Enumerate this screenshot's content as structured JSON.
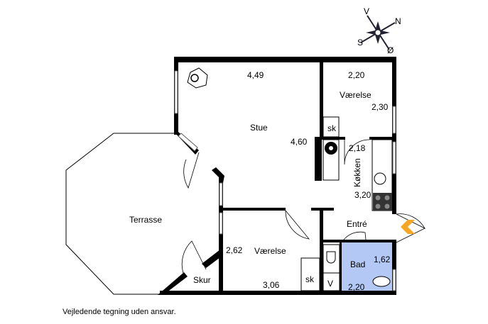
{
  "compass": {
    "north": "N",
    "south": "S",
    "west": "V",
    "east": "Ø"
  },
  "rooms": {
    "stue": {
      "label": "Stue",
      "width": "4,49",
      "depth": "4,60"
    },
    "vaerelse_top": {
      "label": "Værelse",
      "width": "2,20",
      "depth": "2,30"
    },
    "kokken": {
      "label": "Køkken",
      "width": "2,18",
      "depth": "3,20"
    },
    "terrasse": {
      "label": "Terrasse"
    },
    "vaerelse_bottom": {
      "label": "Værelse",
      "width": "3,06",
      "depth": "2,62"
    },
    "skur": {
      "label": "Skur"
    },
    "entre": {
      "label": "Entré"
    },
    "bad": {
      "label": "Bad",
      "width": "2,20",
      "depth": "1,62"
    }
  },
  "fixtures": {
    "wardrobe_top": "sk",
    "wardrobe_bottom": "sk",
    "washer": "V"
  },
  "colors": {
    "bath": "#b4c8f5",
    "entrance_marker": "#f5a623",
    "wall": "#000000"
  },
  "footer": "Vejledende tegning uden ansvar."
}
